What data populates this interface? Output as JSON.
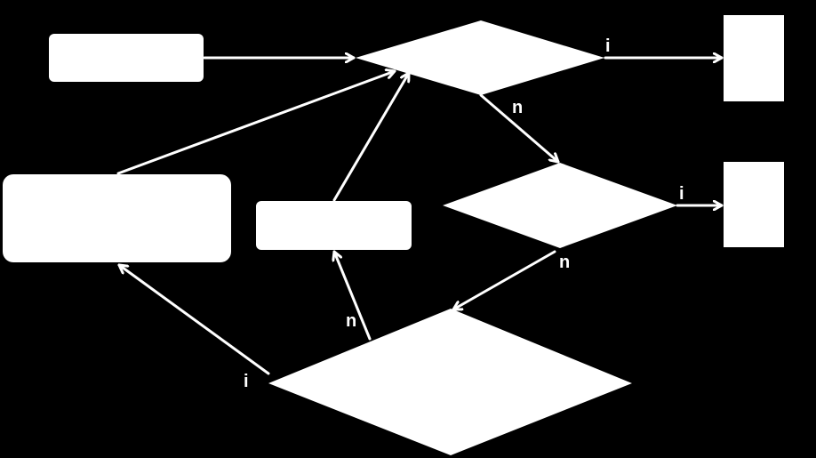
{
  "diagram": {
    "background": "#000000",
    "foreground": "#ffffff",
    "labels": {
      "top_decision_yes": "i",
      "top_decision_no": "n",
      "mid_decision_yes": "i",
      "mid_decision_no": "n",
      "bottom_decision_no": "n",
      "bottom_decision_yes": "i"
    }
  }
}
